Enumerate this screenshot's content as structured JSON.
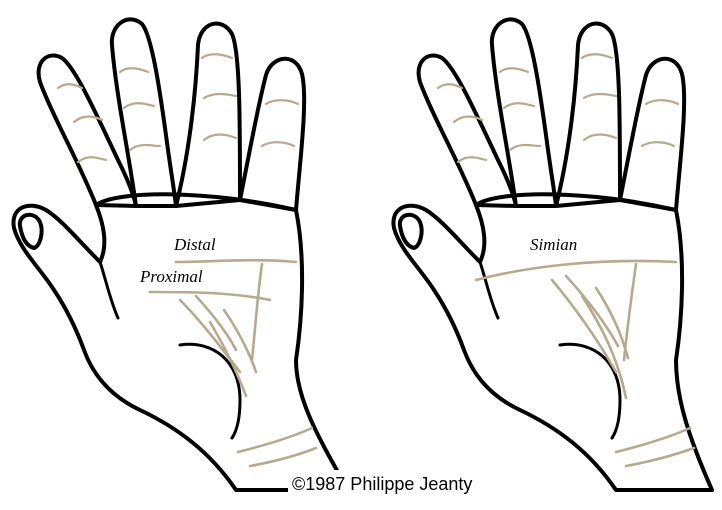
{
  "labels": {
    "distal": "Distal",
    "proximal": "Proximal",
    "simian": "Simian"
  },
  "copyright": "©1987 Philippe Jeanty",
  "colors": {
    "skin": "#f7cccb",
    "outline": "#000000",
    "crease": "#b8a98c",
    "background": "#ffffff"
  }
}
